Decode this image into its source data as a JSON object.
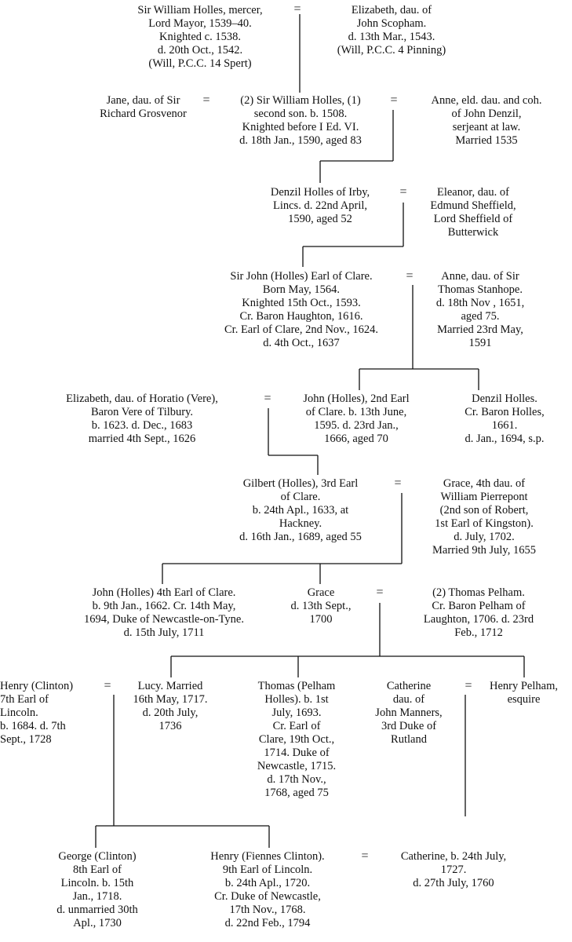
{
  "generations": [
    {
      "id": "g1",
      "husband": {
        "lines": [
          "Sir William Holles, mercer,",
          "Lord Mayor, 1539–40.",
          "Knighted c. 1538.",
          "d. 20th Oct., 1542.",
          "(Will, P.C.C. 14 Spert)"
        ]
      },
      "wife": {
        "lines": [
          "Elizabeth, dau. of",
          "John Scopham.",
          "d. 13th Mar., 1543.",
          "(Will, P.C.C. 4 Pinning)"
        ]
      }
    },
    {
      "id": "g2",
      "first_wife": {
        "lines": [
          "Jane, dau. of Sir",
          "Richard Grosvenor"
        ]
      },
      "husband": {
        "lines": [
          "(2) Sir William Holles, (1)",
          "second son. b. 1508.",
          "Knighted before I Ed. VI.",
          "d. 18th Jan., 1590, aged 83"
        ]
      },
      "wife": {
        "lines": [
          "Anne, eld. dau. and coh.",
          "of John Denzil,",
          "serjeant at law.",
          "Married 1535"
        ]
      }
    },
    {
      "id": "g3",
      "husband": {
        "lines": [
          "Denzil Holles of Irby,",
          "Lincs. d. 22nd April,",
          "1590, aged 52"
        ]
      },
      "wife": {
        "lines": [
          "Eleanor, dau. of",
          "Edmund Sheffield,",
          "Lord Sheffield of",
          "Butterwick"
        ]
      }
    },
    {
      "id": "g4",
      "husband": {
        "lines": [
          "Sir John (Holles) Earl of Clare.",
          "Born May, 1564.",
          "Knighted 15th Oct., 1593.",
          "Cr. Baron Haughton, 1616.",
          "Cr. Earl of Clare, 2nd Nov., 1624.",
          "d. 4th Oct., 1637"
        ]
      },
      "wife": {
        "lines": [
          "Anne, dau. of Sir",
          "Thomas Stanhope.",
          "d. 18th Nov , 1651,",
          "aged 75.",
          "Married 23rd May,",
          "1591"
        ]
      }
    },
    {
      "id": "g5",
      "wife": {
        "lines": [
          "Elizabeth, dau. of Horatio (Vere),",
          "Baron Vere of Tilbury.",
          "b. 1623. d. Dec., 1683",
          "married 4th Sept., 1626"
        ]
      },
      "husband": {
        "lines": [
          "John (Holles), 2nd Earl",
          "of Clare. b. 13th June,",
          "1595. d. 23rd Jan.,",
          "1666, aged 70"
        ]
      },
      "brother": {
        "lines": [
          "Denzil Holles.",
          "Cr. Baron Holles,",
          "1661.",
          "d. Jan., 1694, s.p."
        ]
      }
    },
    {
      "id": "g6",
      "husband": {
        "lines": [
          "Gilbert (Holles), 3rd Earl",
          "of Clare.",
          "b. 24th Apl., 1633, at",
          "Hackney.",
          "d. 16th Jan., 1689, aged 55"
        ]
      },
      "wife": {
        "lines": [
          "Grace, 4th dau. of",
          "William Pierrepont",
          "(2nd son of Robert,",
          "1st Earl of Kingston).",
          "d. July, 1702.",
          "Married 9th July, 1655"
        ]
      }
    },
    {
      "id": "g7",
      "son": {
        "lines": [
          "John (Holles) 4th Earl of Clare.",
          "b. 9th Jan., 1662. Cr. 14th May,",
          "1694, Duke of Newcastle-on-Tyne.",
          "d. 15th July, 1711"
        ]
      },
      "daughter": {
        "lines": [
          "Grace",
          "d. 13th Sept.,",
          "1700"
        ]
      },
      "husband": {
        "lines": [
          "(2) Thomas Pelham.",
          "Cr. Baron Pelham of",
          "Laughton, 1706. d. 23rd",
          "Feb., 1712"
        ]
      }
    },
    {
      "id": "g8",
      "husband": {
        "lines": [
          "Henry (Clinton)",
          "7th Earl of",
          "Lincoln.",
          "b. 1684. d. 7th",
          "Sept., 1728"
        ]
      },
      "wife": {
        "lines": [
          "Lucy. Married",
          "16th May, 1717.",
          "d. 20th July,",
          "1736"
        ]
      },
      "thomas": {
        "lines": [
          "Thomas (Pelham",
          "Holles). b. 1st",
          "July, 1693.",
          "Cr. Earl of",
          "Clare, 19th Oct.,",
          "1714. Duke of",
          "Newcastle, 1715.",
          "d. 17th Nov.,",
          "1768, aged 75"
        ]
      },
      "catherine": {
        "lines": [
          "Catherine",
          "dau. of",
          "John Manners,",
          "3rd Duke of",
          "Rutland"
        ]
      },
      "henry_pelham": {
        "lines": [
          "Henry Pelham,",
          "esquire"
        ]
      }
    },
    {
      "id": "g9",
      "george": {
        "lines": [
          "George (Clinton)",
          "8th Earl of",
          "Lincoln. b. 15th",
          "Jan., 1718.",
          "d. unmarried 30th",
          "Apl., 1730"
        ]
      },
      "henry": {
        "lines": [
          "Henry (Fiennes Clinton).",
          "9th Earl of Lincoln.",
          "b. 24th Apl., 1720.",
          "Cr. Duke of Newcastle,",
          "17th Nov., 1768.",
          "d. 22nd Feb., 1794"
        ]
      },
      "wife": {
        "lines": [
          "Catherine, b. 24th July,",
          "1727.",
          "d. 27th July, 1760"
        ]
      }
    }
  ],
  "marriage_sign": "="
}
